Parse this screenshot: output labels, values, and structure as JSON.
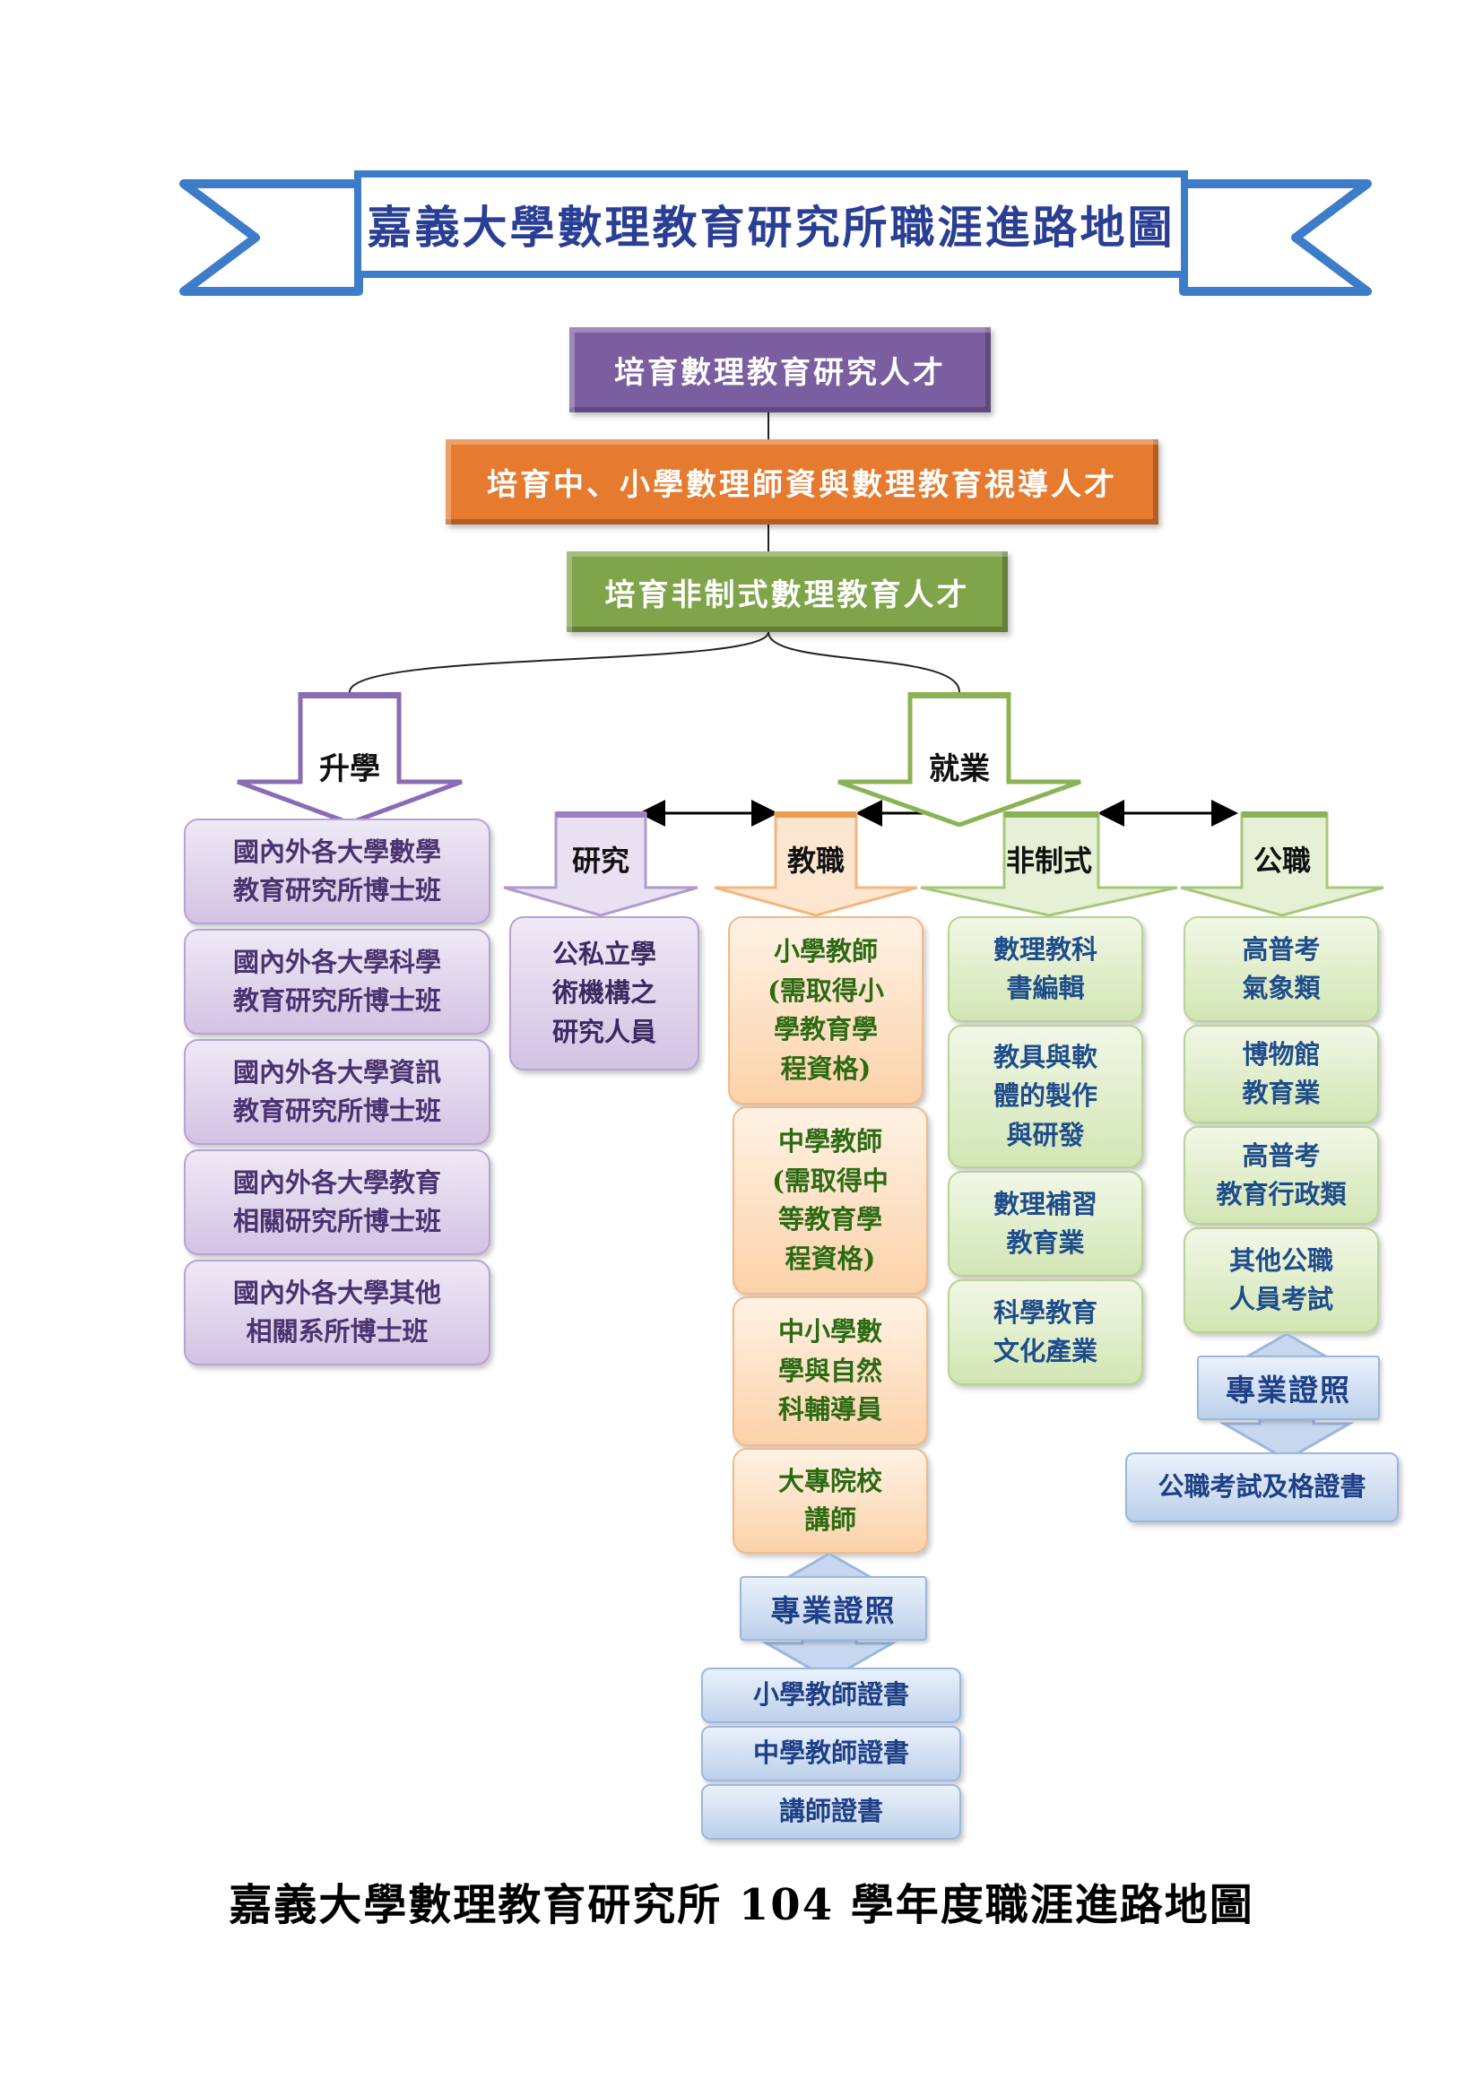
{
  "title": "嘉義大學數理教育研究所職涯進路地圖",
  "goals": [
    "培育數理教育研究人才",
    "培育中、小學數理師資與數理教育視導人才",
    "培育非制式數理教育人才"
  ],
  "branches": {
    "further_study": "升學",
    "employment": "就業"
  },
  "further_study_items": [
    "國內外各大學數學\n教育研究所博士班",
    "國內外各大學科學\n教育研究所博士班",
    "國內外各大學資訊\n教育研究所博士班",
    "國內外各大學教育\n相關研究所博士班",
    "國內外各大學其他\n相關系所博士班"
  ],
  "employment_categories": {
    "research": "研究",
    "teaching": "教職",
    "nonformal": "非制式",
    "civil": "公職"
  },
  "research_items": [
    "公私立學\n術機構之\n研究人員"
  ],
  "teaching_items": [
    "小學教師\n(需取得小\n學教育學\n程資格)",
    "中學教師\n(需取得中\n等教育學\n程資格)",
    "中小學數\n學與自然\n科輔導員",
    "大專院校\n講師"
  ],
  "nonformal_items": [
    "數理教科\n書編輯",
    "教具與軟\n體的製作\n與研發",
    "數理補習\n教育業",
    "科學教育\n文化產業"
  ],
  "civil_items": [
    "高普考\n氣象類",
    "博物館\n教育業",
    "高普考\n教育行政類",
    "其他公職\n人員考試"
  ],
  "teaching_cert": {
    "label": "專業證照",
    "items": [
      "小學教師證書",
      "中學教師證書",
      "講師證書"
    ]
  },
  "civil_cert": {
    "label": "專業證照",
    "items": [
      "公職考試及格證書"
    ]
  },
  "footer": "嘉義大學數理教育研究所 104 學年度職涯進路地圖",
  "colors": {
    "banner": "#3d7cc9",
    "purple": "#7b5ea0",
    "orange": "#e67a2e",
    "green": "#7fa44a",
    "cert_blue": "#bcd0ea"
  }
}
